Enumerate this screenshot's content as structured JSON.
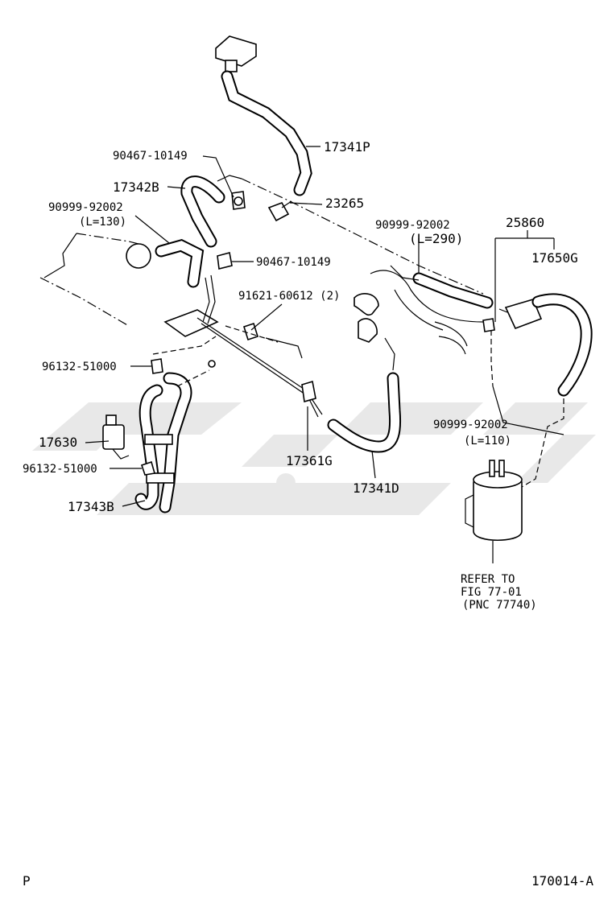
{
  "watermark": {
    "color": "#d6d6d6"
  },
  "labels": {
    "p17341P": "17341P",
    "p90467_top": "90467-10149",
    "p17342B": "17342B",
    "p23265": "23265",
    "p90999_130": "90999-92002",
    "p90999_130_len": "(L=130)",
    "p90467_mid": "90467-10149",
    "p90999_290": "90999-92002",
    "p90999_290_len": "(L=290)",
    "p25860": "25860",
    "p17650G": "17650G",
    "p91621": "91621-60612 (2)",
    "p96132_top": "96132-51000",
    "p17630": "17630",
    "p96132_bot": "96132-51000",
    "p17343B": "17343B",
    "p17361G": "17361G",
    "p17341D": "17341D",
    "p90999_110": "90999-92002",
    "p90999_110_len": "(L=110)",
    "refer_1": "REFER TO",
    "refer_2": "FIG 77-01",
    "refer_3": "(PNC 77740)"
  },
  "footer": {
    "left": "P",
    "right": "170014-A"
  }
}
